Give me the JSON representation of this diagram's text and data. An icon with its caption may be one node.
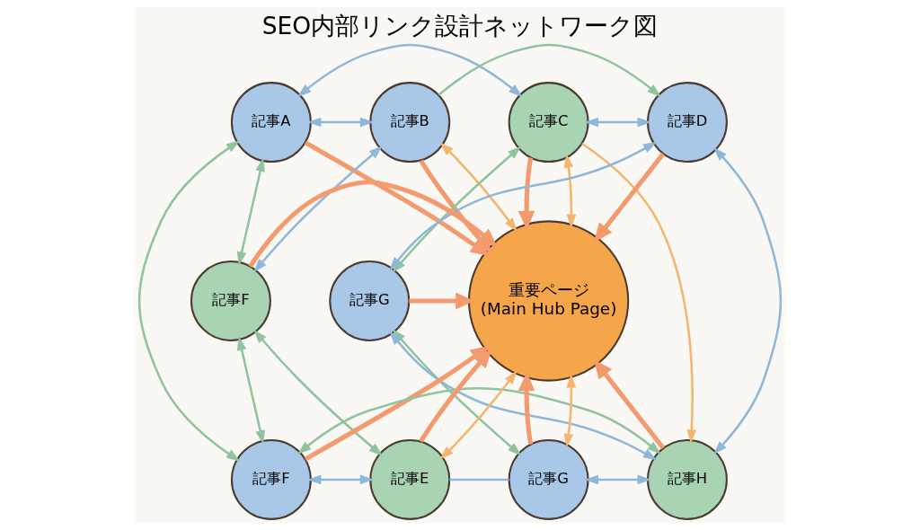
{
  "diagram": {
    "title": "SEO内部リンク設計ネットワーク図",
    "nodes": [
      {
        "text": [
          "記事A"
        ]
      },
      {
        "text": [
          "記事B"
        ]
      },
      {
        "text": [
          "記事C"
        ]
      },
      {
        "text": [
          "記事D"
        ]
      },
      {
        "text": [
          "記事F"
        ]
      },
      {
        "text": [
          "重要ページ",
          "(Main Hub Page)"
        ]
      },
      {
        "text": [
          "記事G"
        ]
      },
      {
        "text": [
          "記事F"
        ]
      },
      {
        "text": [
          "記事E"
        ]
      },
      {
        "text": [
          "記事G"
        ]
      },
      {
        "text": [
          "記事H"
        ]
      }
    ],
    "edges": [
      {
        "from": 0,
        "to": 1,
        "arrow": "both",
        "color": "#8fb8d8"
      },
      {
        "from": 2,
        "to": 3,
        "arrow": "both",
        "color": "#8fb8d8"
      },
      {
        "from": 7,
        "to": 8,
        "arrow": "both",
        "color": "#8fb8d8"
      },
      {
        "from": 9,
        "to": 10,
        "arrow": "both",
        "color": "#8fb8d8"
      },
      {
        "from": 0,
        "to": 4,
        "arrow": "both",
        "color": "#8fc49e"
      },
      {
        "from": 3,
        "to": 6,
        "arrow": "both",
        "color": "#8fb8d8"
      },
      {
        "from": 4,
        "to": 7,
        "arrow": "both",
        "color": "#8fc49e"
      },
      {
        "from": 6,
        "to": 10,
        "arrow": "both",
        "color": "#8fb8d8"
      },
      {
        "from": 1,
        "to": 4,
        "arrow": "both",
        "color": "#8fb8d8"
      },
      {
        "from": 2,
        "to": 6,
        "arrow": "both",
        "color": "#8fc49e"
      },
      {
        "from": 4,
        "to": 8,
        "arrow": "both",
        "color": "#8fc49e"
      },
      {
        "from": 6,
        "to": 9,
        "arrow": "both",
        "color": "#8fc49e"
      },
      {
        "from": 0,
        "to": 5,
        "arrow": "to",
        "style": "thick",
        "color": "#f39a6e"
      },
      {
        "from": 1,
        "to": 5,
        "arrow": "to",
        "style": "thick",
        "color": "#f39a6e"
      },
      {
        "from": 2,
        "to": 5,
        "arrow": "to",
        "style": "thick",
        "color": "#f39a6e"
      },
      {
        "from": 3,
        "to": 5,
        "arrow": "to",
        "style": "thick",
        "color": "#f39a6e"
      },
      {
        "from": 4,
        "to": 5,
        "arrow": "to",
        "style": "thick",
        "color": "#f39a6e"
      },
      {
        "from": 6,
        "to": 5,
        "arrow": "to",
        "style": "thick",
        "color": "#f39a6e"
      },
      {
        "from": 7,
        "to": 5,
        "arrow": "to",
        "style": "thick",
        "color": "#f39a6e"
      },
      {
        "from": 8,
        "to": 5,
        "arrow": "to",
        "style": "thick",
        "color": "#f39a6e"
      },
      {
        "from": 9,
        "to": 5,
        "arrow": "to",
        "style": "thick",
        "color": "#f39a6e"
      },
      {
        "from": 10,
        "to": 5,
        "arrow": "to",
        "style": "thick",
        "color": "#f39a6e"
      },
      {
        "from": 1,
        "to": 5,
        "arrow": "both",
        "color": "#f5b56e"
      },
      {
        "from": 2,
        "to": 5,
        "arrow": "both",
        "color": "#f5b56e"
      },
      {
        "from": 8,
        "to": 5,
        "arrow": "both",
        "color": "#f5b56e"
      },
      {
        "from": 9,
        "to": 5,
        "arrow": "both",
        "color": "#f5b56e"
      },
      {
        "from": 0,
        "to": 2,
        "arrow": "both",
        "color": "#8fb8d8"
      },
      {
        "from": 1,
        "to": 3,
        "arrow": "to",
        "color": "#8fc49e"
      },
      {
        "from": 0,
        "to": 7,
        "arrow": "both",
        "color": "#8fc49e"
      },
      {
        "from": 3,
        "to": 10,
        "arrow": "both",
        "color": "#8fb8d8"
      },
      {
        "from": 2,
        "to": 10,
        "arrow": "to",
        "color": "#f5b56e"
      },
      {
        "from": 8,
        "to": 9,
        "arrow": "none",
        "color": "#8fb8d8"
      },
      {
        "from": 7,
        "to": 10,
        "arrow": "both",
        "color": "#8fc49e"
      }
    ]
  }
}
